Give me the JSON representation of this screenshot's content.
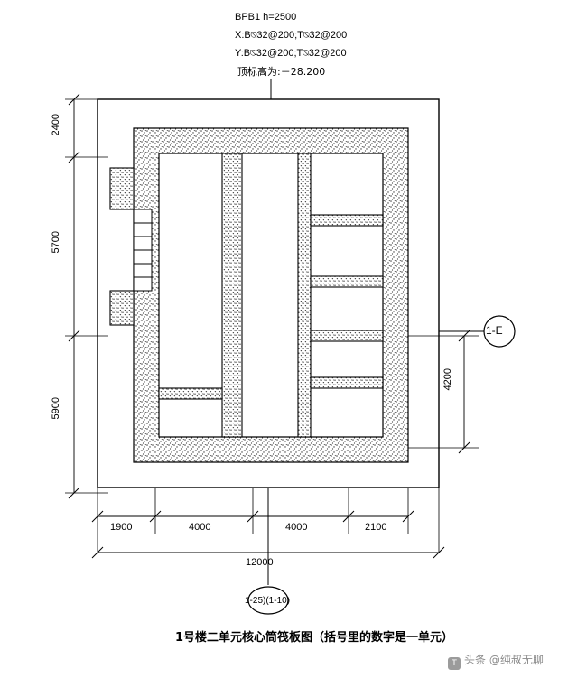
{
  "annotations": {
    "callout_top": [
      "BPB1 h=2500",
      "X:B⍉32@200;T⍉32@200",
      "Y:B⍉32@200;T⍉32@200",
      "顶标高为:－28.200"
    ],
    "grid_label_right": "1-E",
    "grid_label_bottom": "1-25)(1-10)",
    "title": "1号楼二单元核心筒筏板图（括号里的数字是一单元）",
    "watermark": "头条 @纯叔无聊",
    "watermark_icon": "toutiao-icon"
  },
  "dimensions": {
    "left_vertical": [
      "2400",
      "5700",
      "5900"
    ],
    "bottom_segments": [
      "1900",
      "4000",
      "4000",
      "2100"
    ],
    "bottom_total": "12000",
    "right_vertical": "4200"
  },
  "colors": {
    "line": "#000000",
    "hatch": "#4a4a4a",
    "background": "#ffffff",
    "watermark": "#8a8a8a"
  }
}
